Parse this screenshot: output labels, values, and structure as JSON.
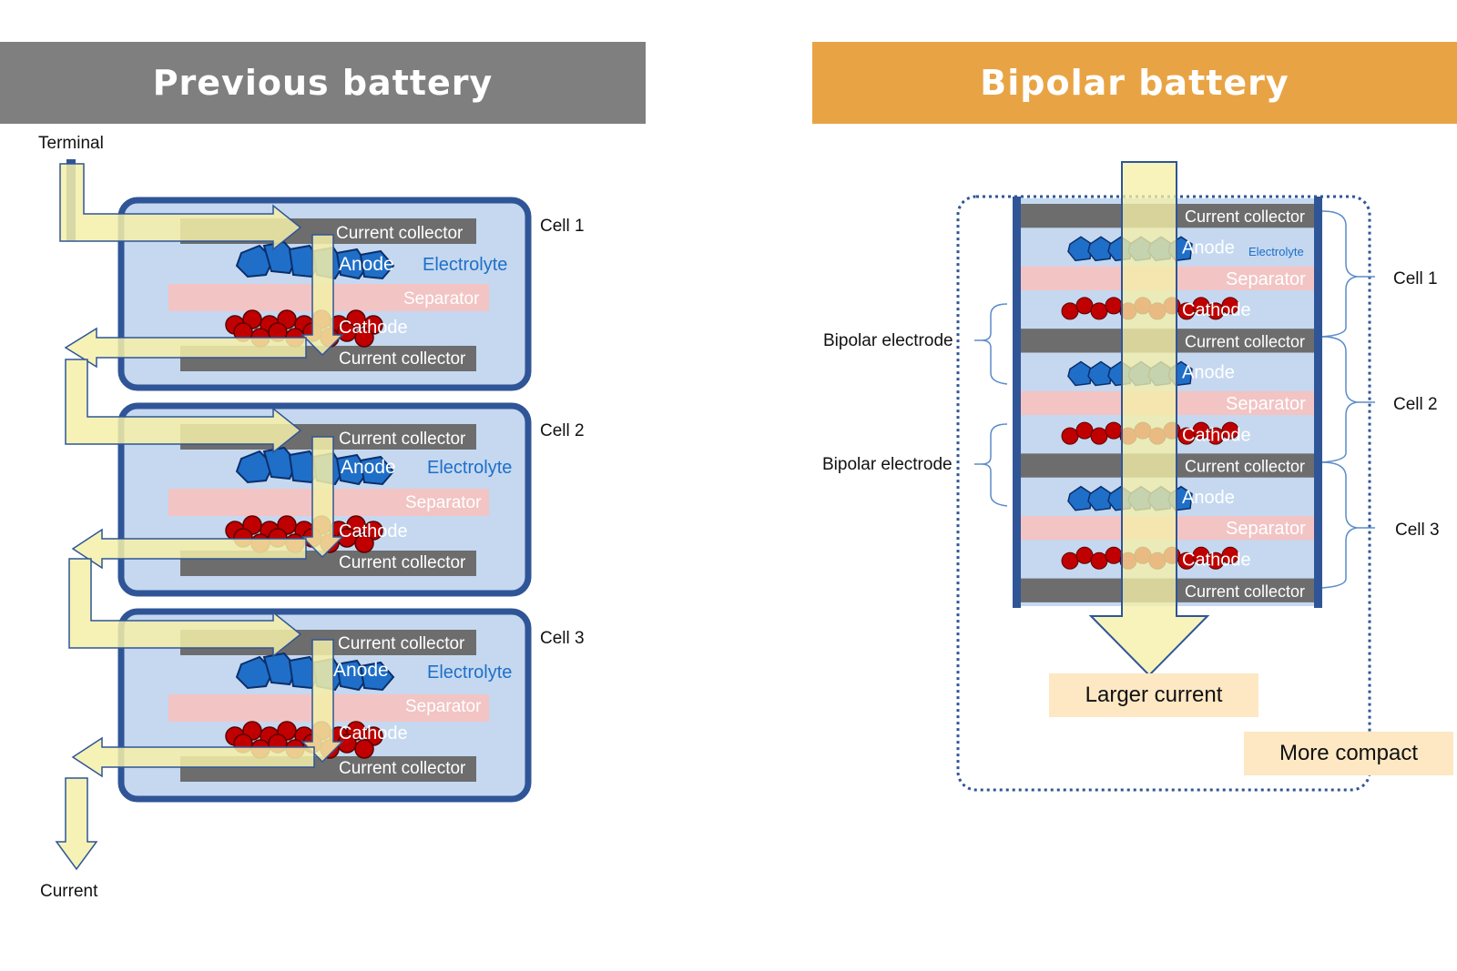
{
  "left_panel": {
    "title": "Previous battery",
    "terminal_label": "Terminal",
    "current_label": "Current",
    "cells": [
      {
        "name": "Cell 1",
        "top_collector": "Current collector",
        "anode": "Anode",
        "electrolyte": "Electrolyte",
        "separator": "Separator",
        "cathode": "Cathode",
        "bottom_collector": "Current collector"
      },
      {
        "name": "Cell 2",
        "top_collector": "Current collector",
        "anode": "Anode",
        "electrolyte": "Electrolyte",
        "separator": "Separator",
        "cathode": "Cathode",
        "bottom_collector": "Current collector"
      },
      {
        "name": "Cell 3",
        "top_collector": "Current collector",
        "anode": "Anode",
        "electrolyte": "Electrolyte",
        "separator": "Separator",
        "cathode": "Cathode",
        "bottom_collector": "Current collector"
      }
    ]
  },
  "right_panel": {
    "title": "Bipolar battery",
    "layers": [
      "Current collector",
      "Anode",
      "Separator",
      "Cathode",
      "Current collector",
      "Anode",
      "Separator",
      "Cathode",
      "Current collector",
      "Anode",
      "Separator",
      "Cathode",
      "Current collector"
    ],
    "electrolyte_label": "Electrolyte",
    "cell_labels": [
      "Cell 1",
      "Cell 2",
      "Cell 3"
    ],
    "bipolar_labels": [
      "Bipolar electrode",
      "Bipolar electrode"
    ],
    "larger_current": "Larger current",
    "more_compact": "More compact"
  },
  "colors": {
    "left_header": "#7f7f7f",
    "right_header": "#e8a444",
    "cell_fill": "#c5d8f0",
    "cell_border": "#2f5597",
    "collector": "#6d6d6d",
    "separator": "#f2c4c4",
    "anode": "#1f6fc8",
    "cathode": "#c00000",
    "arrow": "#f5f0a8",
    "electrolyte_text": "#1f6fc8",
    "note_fill": "#fde8c3"
  }
}
